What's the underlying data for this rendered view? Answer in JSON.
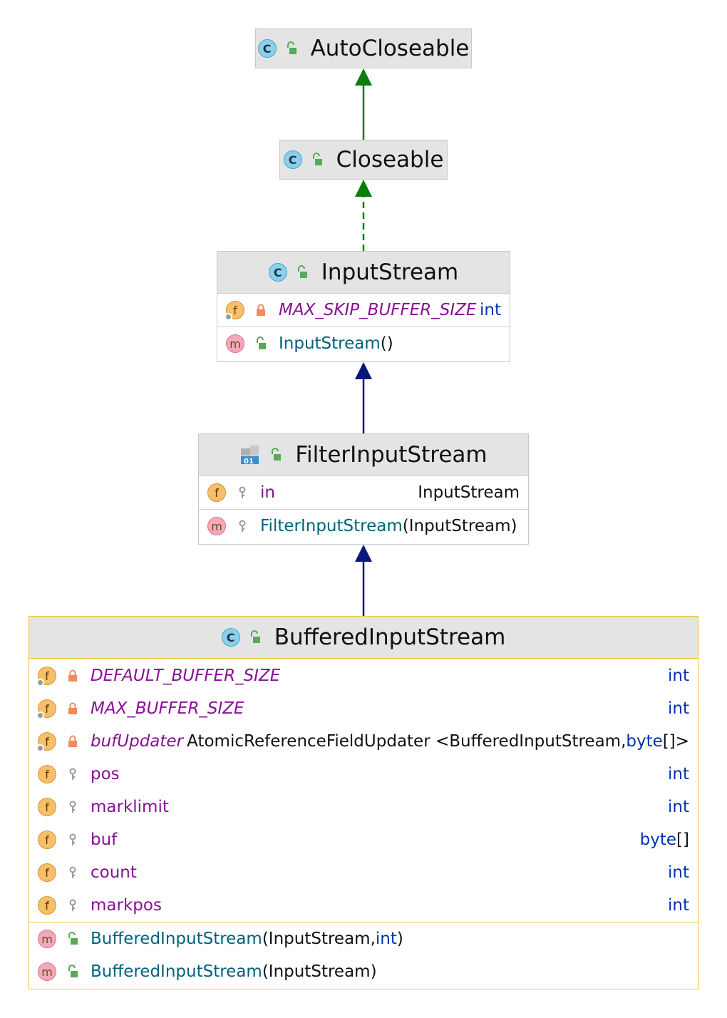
{
  "colors": {
    "header_bg": "#e4e4e4",
    "border": "#c8c8c8",
    "selected_border": "#f2c230",
    "implements_arrow": "#0a7d0a",
    "extends_arrow": "#0a1680",
    "field_name": "#871094",
    "keyword": "#0033b3",
    "method_name": "#00627a"
  },
  "nodes": {
    "autocloseable": {
      "name": "AutoCloseable",
      "kind_icon": "interface-icon",
      "visibility_icon": "public-icon"
    },
    "closeable": {
      "name": "Closeable",
      "kind_icon": "interface-icon",
      "visibility_icon": "public-icon"
    },
    "inputstream": {
      "name": "InputStream",
      "kind_icon": "class-icon",
      "fields": [
        {
          "name": "MAX_SKIP_BUFFER_SIZE",
          "type": "int",
          "static": true,
          "visibility": "private"
        }
      ],
      "methods": [
        {
          "name": "InputStream",
          "params": "()",
          "visibility": "public"
        }
      ]
    },
    "filterinputstream": {
      "name": "FilterInputStream",
      "kind_icon": "class-icon",
      "fields": [
        {
          "name": "in",
          "type": "InputStream",
          "visibility": "protected"
        }
      ],
      "methods": [
        {
          "name": "FilterInputStream",
          "params": "(InputStream)",
          "visibility": "protected"
        }
      ]
    },
    "bufferedinputstream": {
      "name": "BufferedInputStream",
      "kind_icon": "class-icon",
      "fields": [
        {
          "name": "DEFAULT_BUFFER_SIZE",
          "type": "int",
          "static": true,
          "visibility": "private"
        },
        {
          "name": "MAX_BUFFER_SIZE",
          "type": "int",
          "static": true,
          "visibility": "private"
        },
        {
          "name": "bufUpdater",
          "type_prefix": "AtomicReferenceFieldUpdater <BufferedInputStream, ",
          "type_kw": "byte",
          "type_suffix": "[]>",
          "static": true,
          "visibility": "private"
        },
        {
          "name": "pos",
          "type": "int",
          "visibility": "protected"
        },
        {
          "name": "marklimit",
          "type": "int",
          "visibility": "protected"
        },
        {
          "name": "buf",
          "type_kw": "byte",
          "type_suffix": "[]",
          "visibility": "protected"
        },
        {
          "name": "count",
          "type": "int",
          "visibility": "protected"
        },
        {
          "name": "markpos",
          "type": "int",
          "visibility": "protected"
        }
      ],
      "methods": [
        {
          "name": "BufferedInputStream",
          "p_open": "(InputStream, ",
          "p_kw": "int",
          "p_close": ")",
          "visibility": "public"
        },
        {
          "name": "BufferedInputStream",
          "params": "(InputStream)",
          "visibility": "public"
        }
      ]
    }
  },
  "edges": [
    {
      "from": "closeable",
      "to": "autocloseable",
      "kind": "extends-interface",
      "style": "solid",
      "color": "#0a7d0a"
    },
    {
      "from": "inputstream",
      "to": "closeable",
      "kind": "implements",
      "style": "dashed",
      "color": "#0a7d0a"
    },
    {
      "from": "filterinputstream",
      "to": "inputstream",
      "kind": "extends",
      "style": "solid",
      "color": "#0a1680"
    },
    {
      "from": "bufferedinputstream",
      "to": "filterinputstream",
      "kind": "extends",
      "style": "solid",
      "color": "#0a1680"
    }
  ]
}
